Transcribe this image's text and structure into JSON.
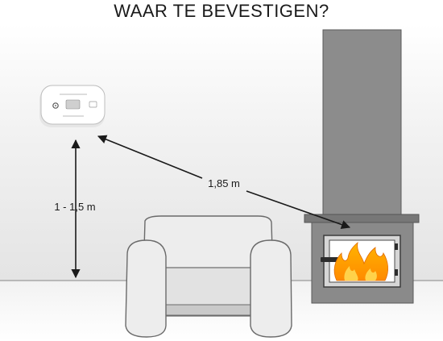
{
  "title": "WAAR TE BEVESTIGEN?",
  "labels": {
    "distance": "1,85 m",
    "height": "1 - 1,5 m"
  }
}
